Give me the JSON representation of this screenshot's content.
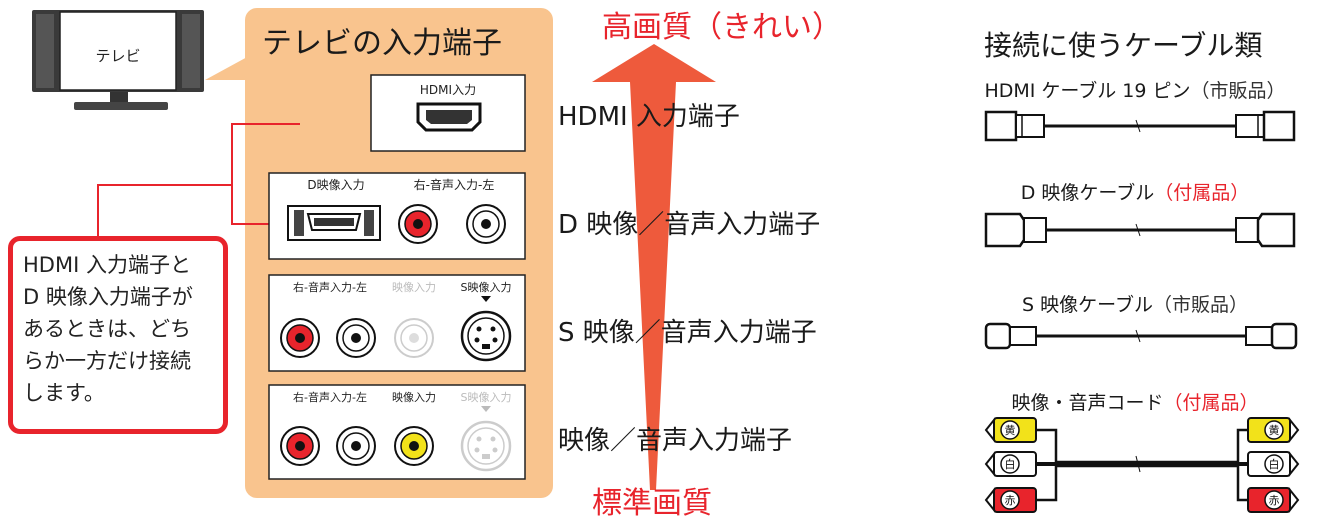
{
  "tv": {
    "label": "テレビ"
  },
  "panel": {
    "title": "テレビの入力端子",
    "hdmi": {
      "label": "HDMI入力"
    },
    "d_group": {
      "d_label": "D映像入力",
      "audio_label": "右-音声入力-左"
    },
    "s_group": {
      "audio_label": "右-音声入力-左",
      "video_label": "映像入力",
      "s_label": "S映像入力"
    },
    "comp_group": {
      "audio_label": "右-音声入力-左",
      "video_label": "映像入力",
      "s_label": "S映像入力"
    }
  },
  "note": {
    "text": "HDMI 入力端子と D 映像入力端子が あるときは、どち らか一方だけ接続 します。",
    "lines": [
      "HDMI 入力端子と",
      "D 映像入力端子が",
      "あるときは、どち",
      "らか一方だけ接続",
      "します。"
    ]
  },
  "quality": {
    "high": "高画質（きれい）",
    "low": "標準画質"
  },
  "terminals": [
    "HDMI 入力端子",
    "D 映像／音声入力端子",
    "S 映像／音声入力端子",
    "映像／音声入力端子"
  ],
  "cables": {
    "title": "接続に使うケーブル類",
    "items": [
      {
        "name": "HDMI ケーブル 19 ピン",
        "note": "（市販品）",
        "note_color": "#333333"
      },
      {
        "name": "D 映像ケーブル",
        "note": "（付属品）",
        "note_color": "#e8242c"
      },
      {
        "name": "S 映像ケーブル",
        "note": "（市販品）",
        "note_color": "#333333"
      },
      {
        "name": "映像・音声コード",
        "note": "（付属品）",
        "note_color": "#e8242c"
      }
    ],
    "plug_labels": {
      "yellow": "黄",
      "white": "白",
      "red": "赤"
    }
  },
  "colors": {
    "panel": "#f9c48e",
    "arrow": "#ee5a3c",
    "accent_red": "#e8242c",
    "plug_yellow": "#f2e21a",
    "plug_red": "#e8242c"
  }
}
